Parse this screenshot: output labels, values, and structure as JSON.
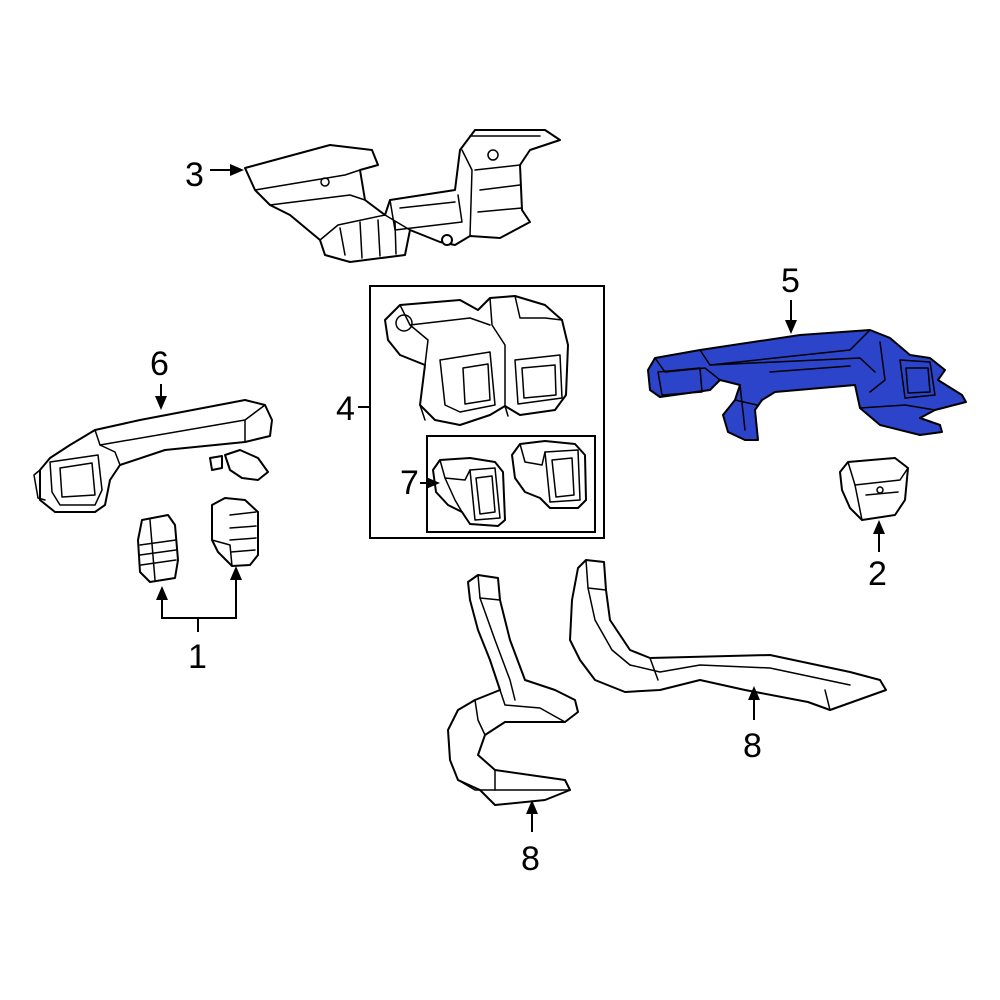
{
  "diagram": {
    "highlight_color": "#2b44c9",
    "callouts": {
      "c1": "1",
      "c2": "2",
      "c3": "3",
      "c4": "4",
      "c5": "5",
      "c6": "6",
      "c7": "7",
      "c8a": "8",
      "c8b": "8"
    }
  }
}
